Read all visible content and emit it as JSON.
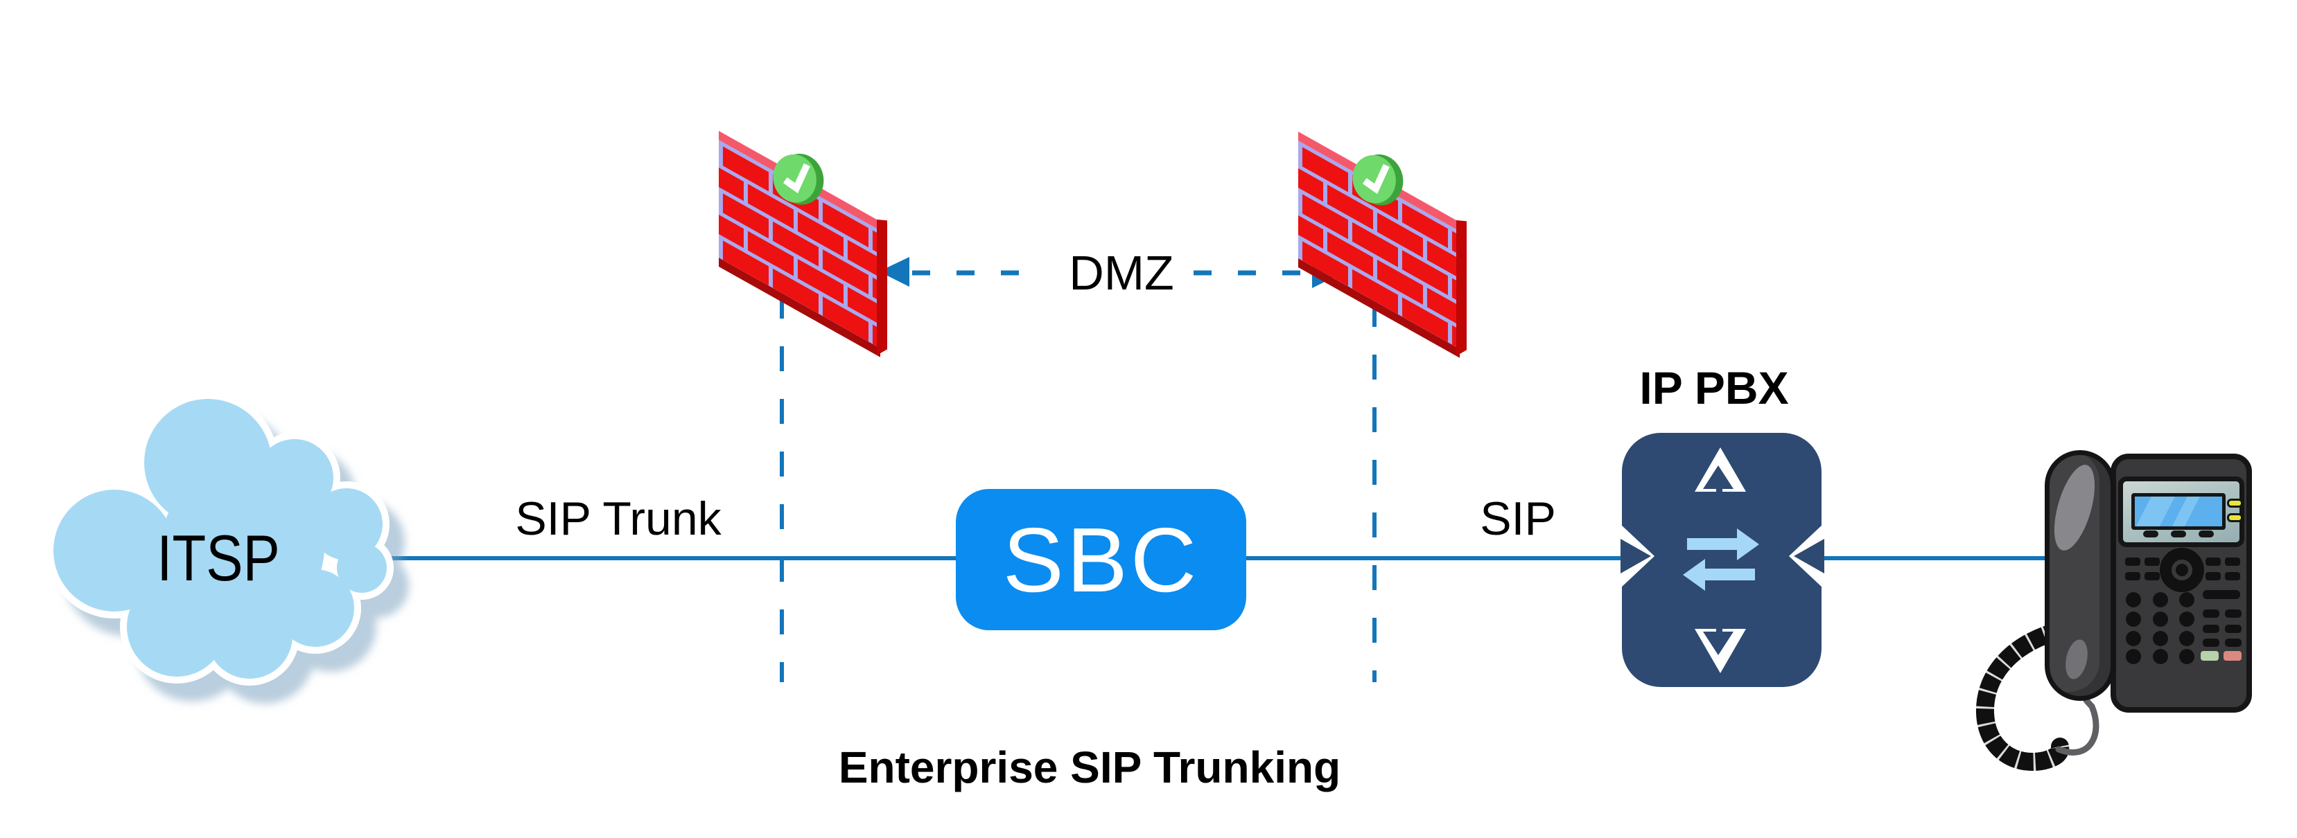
{
  "diagram": {
    "title": "Enterprise SIP Trunking",
    "nodes": {
      "itsp": {
        "label": "ITSP",
        "type": "cloud"
      },
      "sbc": {
        "label": "SBC"
      },
      "ip_pbx": {
        "label": "IP PBX"
      },
      "firewall_outer": {
        "type": "firewall",
        "status": "checked"
      },
      "firewall_inner": {
        "type": "firewall",
        "status": "checked"
      },
      "ip_phone": {
        "type": "ip-phone"
      }
    },
    "links": {
      "sip_trunk": {
        "label": "SIP Trunk",
        "from": "itsp",
        "to": "sbc"
      },
      "sip": {
        "label": "SIP",
        "from": "sbc",
        "to": "ip_pbx"
      },
      "dmz": {
        "label": "DMZ",
        "between": "firewalls"
      },
      "phone_link": {
        "from": "ip_phone",
        "to": "ip_pbx"
      }
    },
    "colors": {
      "link_blue": "#1375BA",
      "sbc_blue": "#0B8CF0",
      "pbx_navy": "#2E4A72",
      "pbx_arrow_light": "#A5D8F6",
      "cloud_blue": "#A6DAF4",
      "brick_red": "#EE1111",
      "brick_mortar": "#A9A9EF",
      "firewall_top": "#F4596B",
      "firewall_side": "#C10606",
      "badge_green": "#6FD96B"
    }
  }
}
